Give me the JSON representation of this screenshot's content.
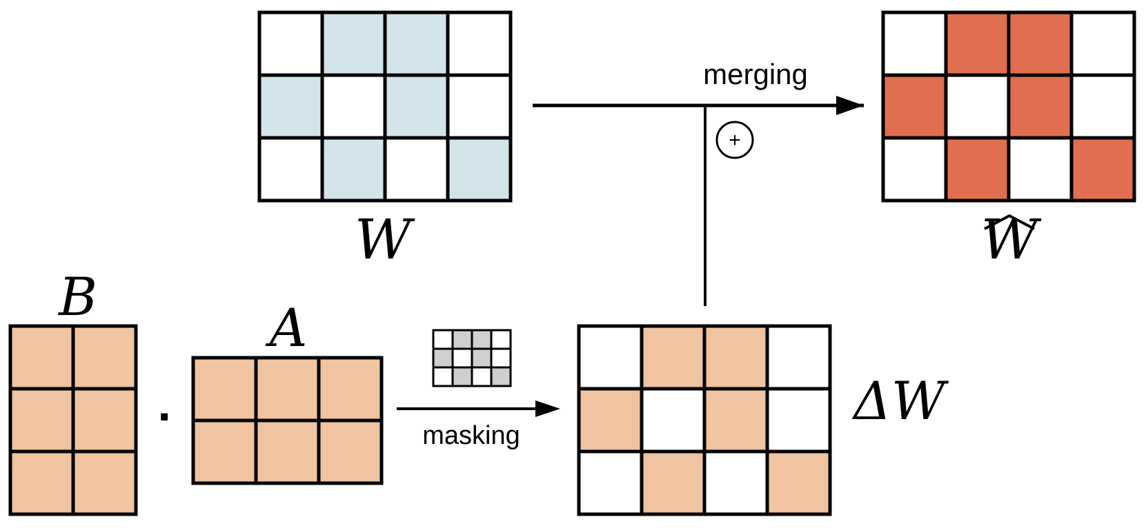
{
  "colors": {
    "white": "#ffffff",
    "w_fill": "#d3e4ea",
    "lora_fill": "#f0c4a1",
    "merged_fill": "#e06f51",
    "mask_fill": "#cfcfcf",
    "stroke": "#000000"
  },
  "grids": {
    "W": {
      "rows": 3,
      "cols": 4,
      "cells": [
        [
          0,
          1,
          1,
          0
        ],
        [
          1,
          0,
          1,
          0
        ],
        [
          0,
          1,
          0,
          1
        ]
      ],
      "fill_key": "w_fill"
    },
    "W_hat": {
      "rows": 3,
      "cols": 4,
      "cells": [
        [
          0,
          1,
          1,
          0
        ],
        [
          1,
          0,
          1,
          0
        ],
        [
          0,
          1,
          0,
          1
        ]
      ],
      "fill_key": "merged_fill"
    },
    "B": {
      "rows": 3,
      "cols": 2,
      "cells": [
        [
          1,
          1
        ],
        [
          1,
          1
        ],
        [
          1,
          1
        ]
      ],
      "fill_key": "lora_fill"
    },
    "A": {
      "rows": 2,
      "cols": 3,
      "cells": [
        [
          1,
          1,
          1
        ],
        [
          1,
          1,
          1
        ]
      ],
      "fill_key": "lora_fill"
    },
    "mask": {
      "rows": 3,
      "cols": 4,
      "cells": [
        [
          0,
          1,
          1,
          0
        ],
        [
          1,
          0,
          1,
          0
        ],
        [
          0,
          1,
          0,
          1
        ]
      ],
      "fill_key": "mask_fill"
    },
    "delta_W": {
      "rows": 3,
      "cols": 4,
      "cells": [
        [
          0,
          1,
          1,
          0
        ],
        [
          1,
          0,
          1,
          0
        ],
        [
          0,
          1,
          0,
          1
        ]
      ],
      "fill_key": "lora_fill"
    }
  },
  "labels": {
    "W": "W",
    "W_hat": "W",
    "B": "B",
    "A": "A",
    "delta_W": "ΔW",
    "merging": "merging",
    "masking": "masking",
    "dot": "·",
    "plus": "+"
  }
}
